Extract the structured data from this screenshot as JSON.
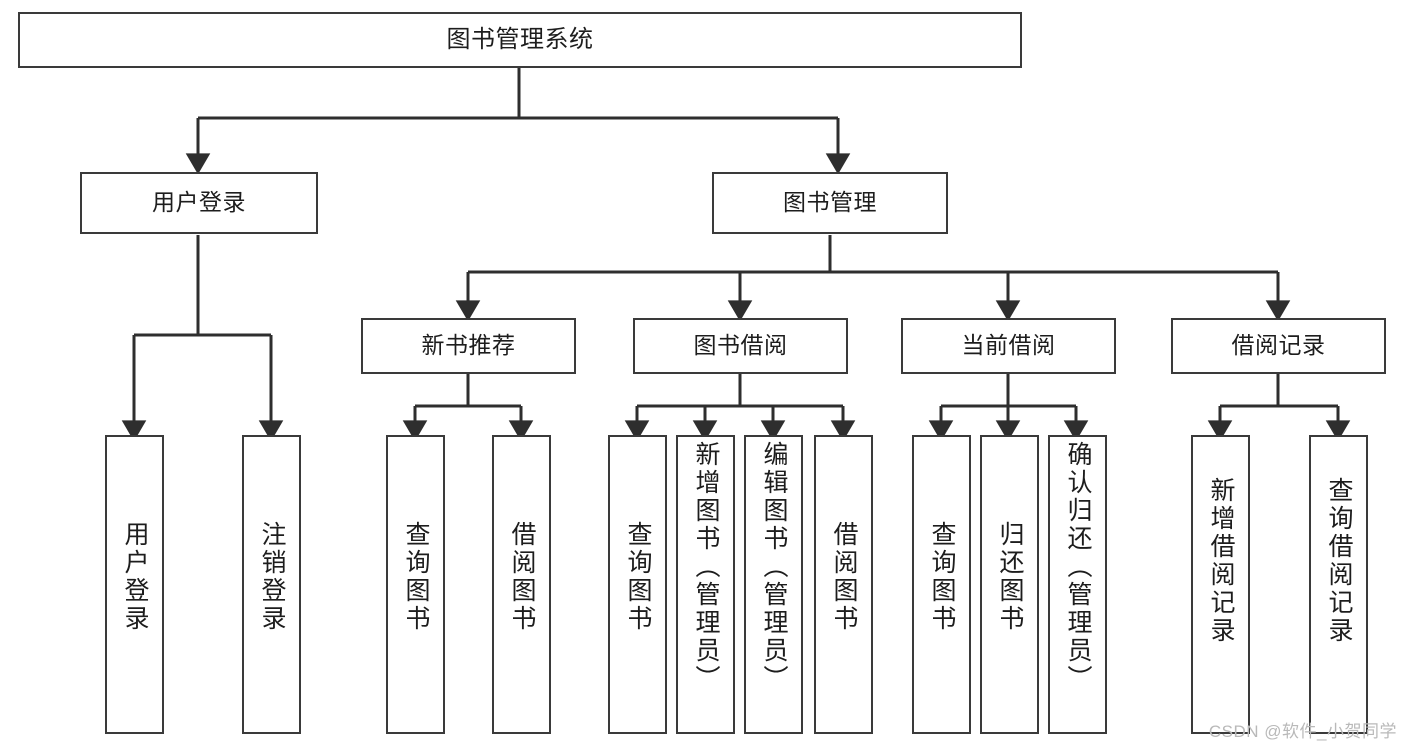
{
  "diagram": {
    "type": "tree",
    "title": "图书管理系统",
    "stroke_color": "#3a3a3a",
    "text_color": "#1d1d1d",
    "background": "#ffffff",
    "watermark": "CSDN @软件_小贺同学",
    "nodes": {
      "root": {
        "label": "图书管理系统"
      },
      "level1": [
        {
          "id": "user-login",
          "label": "用户登录"
        },
        {
          "id": "book-manage",
          "label": "图书管理"
        }
      ],
      "level2": [
        {
          "id": "new-book-recommend",
          "label": "新书推荐"
        },
        {
          "id": "book-borrow",
          "label": "图书借阅"
        },
        {
          "id": "current-borrow",
          "label": "当前借阅"
        },
        {
          "id": "borrow-record",
          "label": "借阅记录"
        }
      ],
      "leaves": {
        "user_login": [
          {
            "id": "leaf-user-login",
            "label": "用户登录"
          },
          {
            "id": "leaf-logout-login",
            "label": "注销登录"
          }
        ],
        "new_book_recommend": [
          {
            "id": "leaf-query-book-1",
            "label": "查询图书"
          },
          {
            "id": "leaf-borrow-book-1",
            "label": "借阅图书"
          }
        ],
        "book_borrow": [
          {
            "id": "leaf-query-book-2",
            "label": "查询图书"
          },
          {
            "id": "leaf-add-book",
            "label": "新增图书（管理员）"
          },
          {
            "id": "leaf-edit-book",
            "label": "编辑图书（管理员）"
          },
          {
            "id": "leaf-borrow-book-2",
            "label": "借阅图书"
          }
        ],
        "current_borrow": [
          {
            "id": "leaf-query-book-3",
            "label": "查询图书"
          },
          {
            "id": "leaf-return-book",
            "label": "归还图书"
          },
          {
            "id": "leaf-confirm-return",
            "label": "确认归还（管理员）"
          }
        ],
        "borrow_record": [
          {
            "id": "leaf-add-record",
            "label": "新增借阅记录"
          },
          {
            "id": "leaf-query-record",
            "label": "查询借阅记录"
          }
        ]
      }
    }
  }
}
